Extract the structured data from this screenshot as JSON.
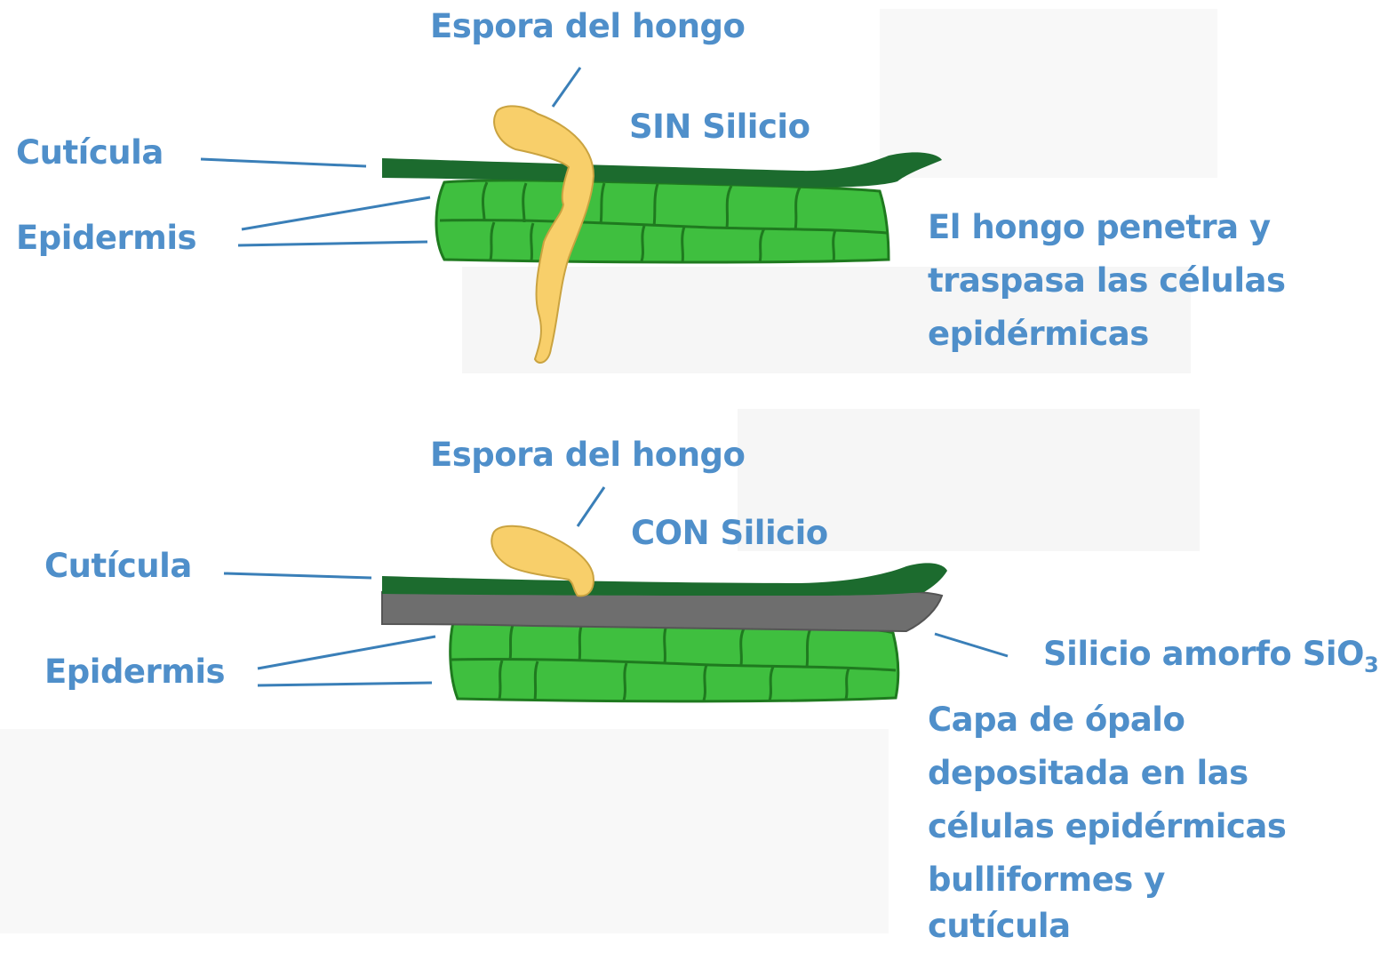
{
  "colors": {
    "label": "#4f8fca",
    "cuticle": "#1c6b2e",
    "epidermis": "#3fbf3f",
    "cell_outline": "#1f7a1f",
    "spore": "#f8cf6a",
    "silica_layer": "#6e6e6e"
  },
  "panel_top": {
    "spore_label": "Espora del hongo",
    "condition_label": "SIN Silicio",
    "cuticle_label": "Cutícula",
    "epidermis_label": "Epidermis",
    "description_lines": [
      "El hongo penetra y",
      "traspasa las células",
      "epidérmicas"
    ]
  },
  "panel_bottom": {
    "spore_label": "Espora del hongo",
    "condition_label": "CON Silicio",
    "cuticle_label": "Cutícula",
    "epidermis_label": "Epidermis",
    "silica_label": "Silicio amorfo SiO",
    "silica_subscript": "3",
    "description_lines": [
      "Capa de ópalo",
      "depositada en las",
      "células epidérmicas",
      "bulliformes y",
      "cutícula"
    ]
  }
}
